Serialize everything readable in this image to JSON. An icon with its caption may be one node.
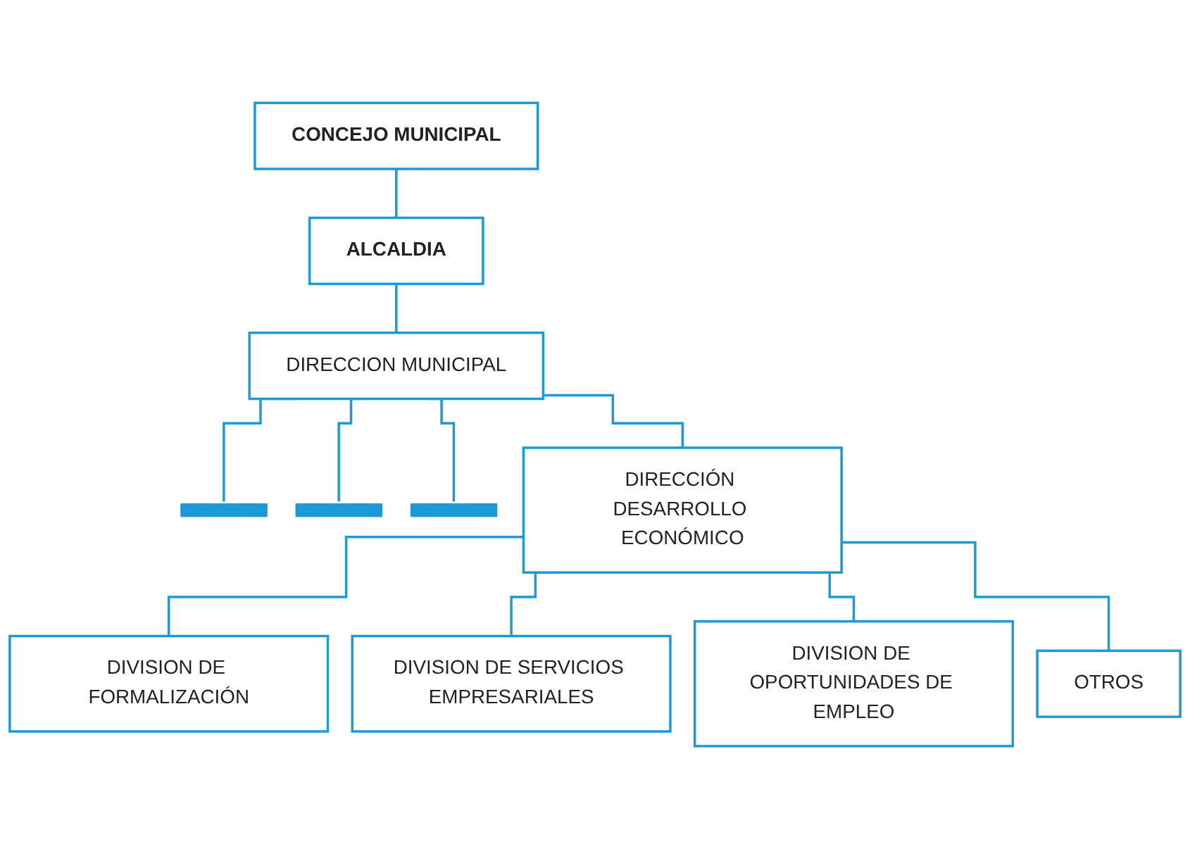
{
  "diagram": {
    "nodes": [
      {
        "text": [
          "CONCEJO MUNICIPAL"
        ]
      },
      {
        "text": [
          "ALCALDIA"
        ]
      },
      {
        "text": [
          "DIRECCION MUNICIPAL"
        ]
      },
      {
        "text": [],
        "shape": "bar"
      },
      {
        "text": [],
        "shape": "bar"
      },
      {
        "text": [],
        "shape": "bar"
      },
      {
        "text": [
          "DIRECCIÓN DESARROLLO ECONÓMICO"
        ]
      },
      {
        "text": [
          "DIVISION DE FORMALIZACIÓN"
        ]
      },
      {
        "text": [
          "DIVISION DE SERVICIOS EMPRESARIALES"
        ]
      },
      {
        "text": [
          "DIVISION DE OPORTUNIDADES DE EMPLEO"
        ]
      },
      {
        "text": [
          "OTROS"
        ]
      }
    ],
    "edges": [
      {
        "from": 0,
        "to": 1,
        "arrow": "none"
      },
      {
        "from": 1,
        "to": 2,
        "arrow": "none"
      },
      {
        "from": 2,
        "to": 3,
        "arrow": "none"
      },
      {
        "from": 2,
        "to": 4,
        "arrow": "none"
      },
      {
        "from": 2,
        "to": 5,
        "arrow": "none"
      },
      {
        "from": 2,
        "to": 6,
        "arrow": "none"
      },
      {
        "from": 6,
        "to": 7,
        "arrow": "none"
      },
      {
        "from": 6,
        "to": 8,
        "arrow": "none"
      },
      {
        "from": 6,
        "to": 9,
        "arrow": "none"
      },
      {
        "from": 6,
        "to": 10,
        "arrow": "none"
      }
    ]
  }
}
